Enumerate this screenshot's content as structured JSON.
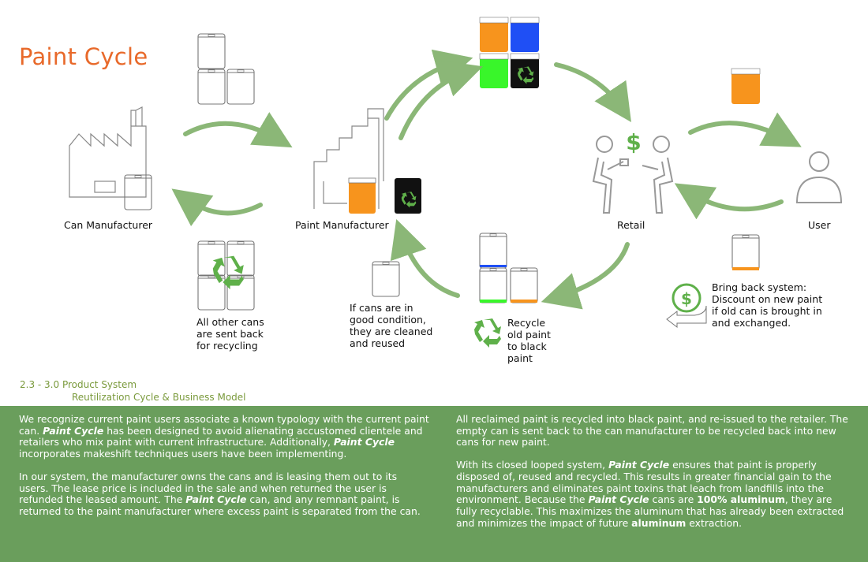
{
  "brand": {
    "title": "Paint Cycle",
    "color": "#e8692a"
  },
  "colors": {
    "orange": "#f7941d",
    "blue": "#1f4ff5",
    "green": "#39f62a",
    "black": "#111111",
    "arrow": "#7fb069",
    "recycle": "#5fb04a",
    "panel": "#6a9e5c"
  },
  "nodes": {
    "can_manufacturer": "Can Manufacturer",
    "paint_manufacturer": "Paint Manufacturer",
    "retail": "Retail",
    "user": "User"
  },
  "notes": {
    "recycling": "All other cans\nare sent back\nfor recycling",
    "reuse": "If cans are in\ngood condition,\nthey are cleaned\nand reused",
    "black_paint": "Recycle\nold paint\nto black\npaint",
    "bring_back": "Bring back system:\nDiscount on new paint\nif old can is brought in\nand exchanged."
  },
  "section": {
    "number": "2.3 - 3.0 Product System",
    "subtitle": "Reutilization Cycle & Business Model"
  },
  "text": {
    "brand_name": "Paint Cycle",
    "col1_p1_a": "We recognize current paint users associate a known typology with the current paint can. ",
    "col1_p1_b": " has been designed to avoid alienating accustomed clientele and retailers who mix paint with current infrastructure. Additionally, ",
    "col1_p1_c": " incorporates makeshift techniques users have been implementing.",
    "col1_p2_a": "In our system, the manufacturer owns the cans and is leasing them out to its users. The lease price is included in the sale and when returned the user is refunded the leased amount. The ",
    "col1_p2_b": " can, and any remnant paint, is returned to the paint manufacturer where excess paint is separated from the can.",
    "col2_p1": "All reclaimed paint is recycled into black paint, and re-issued to the retailer. The empty can is sent back to the can manufacturer to be recycled back into new cans for new paint.",
    "col2_p2_a": "With its closed looped system, ",
    "col2_p2_b": " ensures that paint is properly disposed of, reused and recycled. This results in greater financial gain to the manufacturers and eliminates paint toxins that leach from landfills into the environment. Because the ",
    "col2_p2_c": " cans are ",
    "col2_p2_d": "100% aluminum",
    "col2_p2_e": ", they are fully recyclable. This maximizes the aluminum that has already been extracted and minimizes the impact of future ",
    "col2_p2_f": "aluminum",
    "col2_p2_g": " extraction."
  }
}
